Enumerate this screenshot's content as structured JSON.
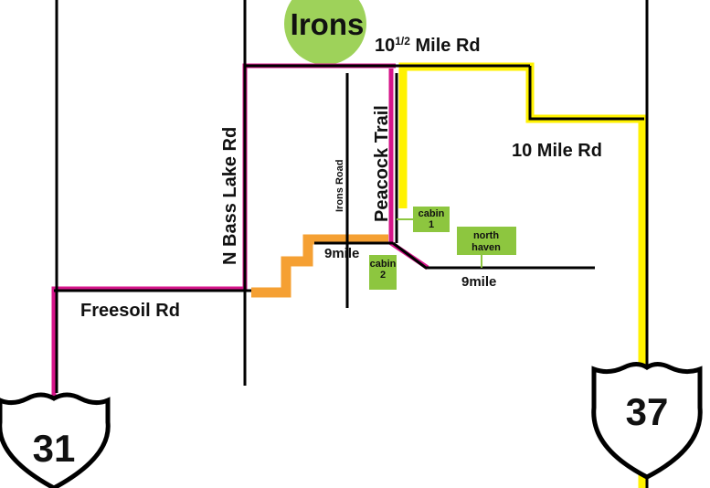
{
  "town": {
    "name": "Irons"
  },
  "roads": {
    "ten_half_mile_number": "10",
    "ten_half_mile_fraction": "1/2",
    "ten_half_mile_suffix": " Mile Rd",
    "ten_mile": "10 Mile Rd",
    "n_bass_lake": "N Bass Lake Rd",
    "irons_road": "Irons Road",
    "peacock_trail": "Peacock Trail",
    "nine_mile_west": "9mile",
    "nine_mile_east": "9mile",
    "freesoil": "Freesoil Rd"
  },
  "places": {
    "cabin1_line1": "cabin",
    "cabin1_line2": "1",
    "cabin2_line1": "cabin",
    "cabin2_line2": "2",
    "north_haven_line1": "north",
    "north_haven_line2": "haven"
  },
  "shields": {
    "us31": "31",
    "us37": "37"
  },
  "colors": {
    "route_magenta": "#d6168a",
    "route_yellow": "#fff200",
    "route_orange": "#f5a033",
    "road_black": "#000000",
    "place_green": "#8dc63f",
    "town_green": "#9ed25a"
  }
}
